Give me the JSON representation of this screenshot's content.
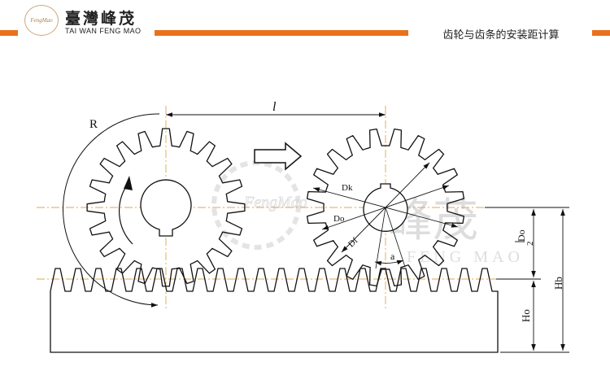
{
  "header": {
    "logo_text": "FengMao",
    "brand_cn": "臺灣峰茂",
    "brand_en": "TAI WAN FENG MAO",
    "doc_title": "齿轮与齿条的安装距计算"
  },
  "diagram": {
    "labels": {
      "R": "R",
      "l": "l",
      "Dk": "Dk",
      "Do": "Do",
      "Df": "Df",
      "a": "a",
      "Do_over_2_num": "Do",
      "Do_over_2_den": "2",
      "Hb": "Hb",
      "Ho": "Ho"
    },
    "watermark": {
      "logo_text": "FengMao",
      "brand_cn": "峰茂",
      "brand_en": "FENG MAO"
    },
    "colors": {
      "line": "#111111",
      "centerline": "#e8a34a",
      "accent": "#e9711c",
      "watermark": "#c9c9c9"
    }
  }
}
